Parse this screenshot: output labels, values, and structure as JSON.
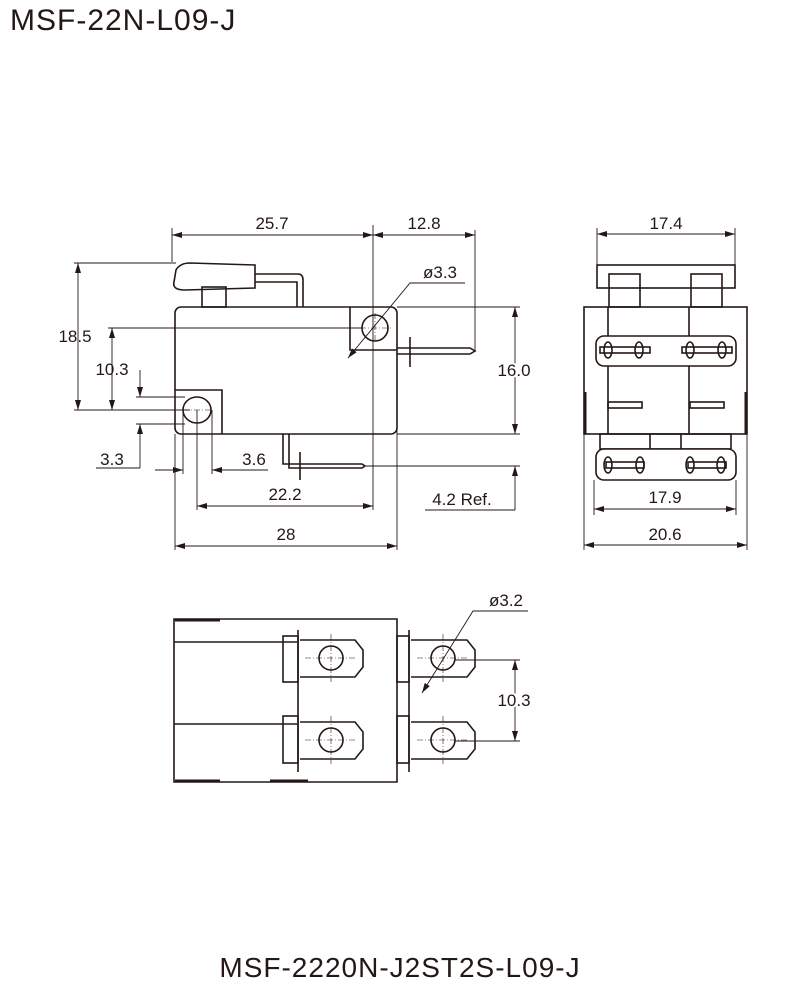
{
  "header": {
    "model_title": "MSF-22N-L09-J"
  },
  "footer": {
    "part_number": "MSF-2220N-J2ST2S-L09-J"
  },
  "front_view": {
    "dims": {
      "lever_to_hole": "25.7",
      "hole_to_terminal": "12.8",
      "hole_dia": "ø3.3",
      "overall_height": "18.5",
      "hole_vertical_spacing": "10.3",
      "small_hole_dia": "3.3",
      "hole_offset": "3.6",
      "hole_spacing": "22.2",
      "body_length": "28",
      "body_height": "16.0",
      "terminal_ref": "4.2 Ref."
    }
  },
  "side_view": {
    "dims": {
      "cap_width": "17.4",
      "terminal_width": "17.9",
      "body_width": "20.6"
    }
  },
  "bottom_view": {
    "dims": {
      "terminal_hole_dia": "ø3.2",
      "terminal_spacing": "10.3"
    }
  },
  "colors": {
    "line": "#231815"
  }
}
